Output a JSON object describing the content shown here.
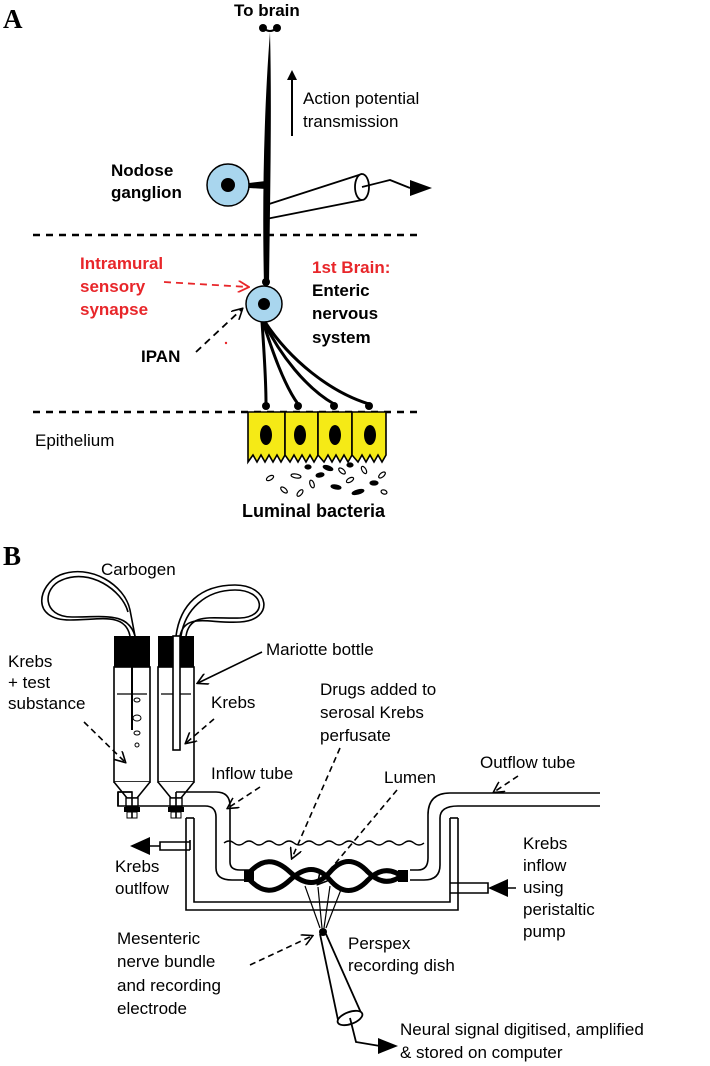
{
  "panel_a": {
    "letter": "A",
    "to_brain": "To brain",
    "action_potential": [
      "Action potential",
      "transmission"
    ],
    "nodose": [
      "Nodose",
      "ganglion"
    ],
    "intramural": [
      "Intramural",
      "sensory",
      "synapse"
    ],
    "first_brain": [
      "1st Brain:",
      "Enteric",
      "nervous",
      "system"
    ],
    "ipan": "IPAN",
    "epithelium": "Epithelium",
    "luminal_bacteria": "Luminal bacteria"
  },
  "panel_b": {
    "letter": "B",
    "carbogen": "Carbogen",
    "mariotte": "Mariotte bottle",
    "krebs_test": [
      "Krebs",
      "+ test",
      "substance"
    ],
    "krebs": "Krebs",
    "drugs": [
      "Drugs added to",
      "serosal Krebs",
      "perfusate"
    ],
    "inflow_tube": "Inflow tube",
    "lumen": "Lumen",
    "outflow_tube": "Outflow tube",
    "krebs_outflow": [
      "Krebs",
      "outlfow"
    ],
    "krebs_inflow": [
      "Krebs",
      "inflow",
      "using",
      "peristaltic",
      "pump"
    ],
    "perspex": [
      "Perspex",
      "recording dish"
    ],
    "mesenteric": [
      "Mesenteric",
      "nerve bundle",
      "and recording",
      "electrode"
    ],
    "neural_signal": [
      "Neural signal digitised, amplified",
      "& stored on computer"
    ]
  },
  "colors": {
    "neuron_fill": "#a9d6ee",
    "cell_fill": "#f5ea16",
    "highlight_red": "#e8262a"
  }
}
